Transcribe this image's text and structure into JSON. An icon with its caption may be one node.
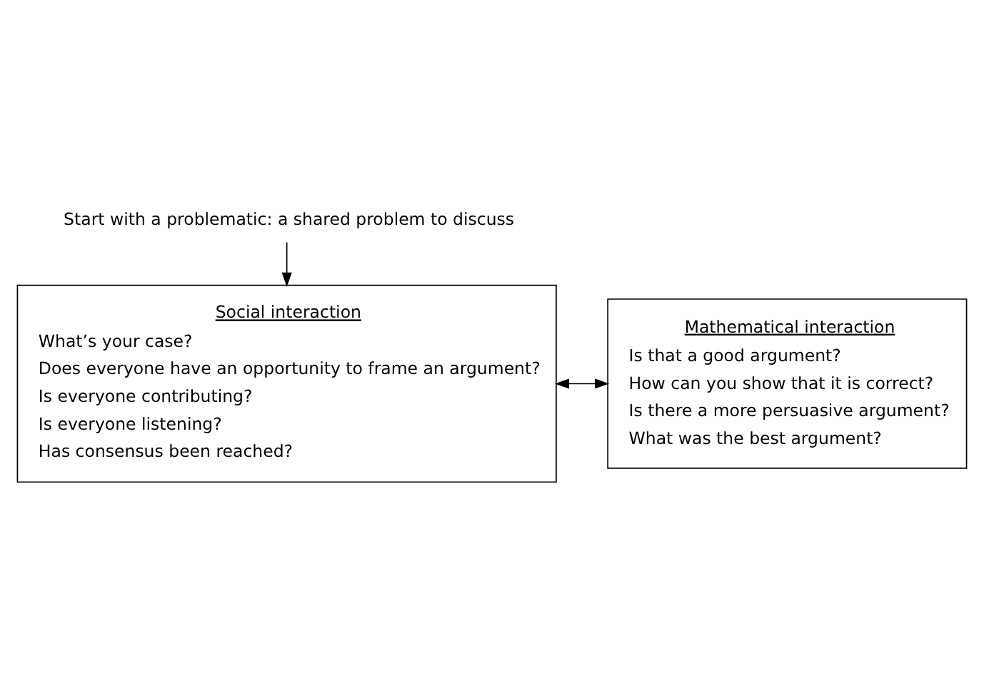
{
  "diagram": {
    "nodes": [
      {
        "text": [
          "Start with a problematic: a shared problem to discuss"
        ]
      },
      {
        "text": [
          "Social interaction",
          "What’s your case?",
          "Does everyone have an opportunity to frame an argument?",
          "Is everyone contributing?",
          "Is everyone listening?",
          "Has consensus been reached?"
        ]
      },
      {
        "text": [
          "Mathematical interaction",
          "Is that a good argument?",
          "How can you show that it is correct?",
          "Is there a more persuasive argument?",
          "What was the best argument?"
        ]
      }
    ],
    "edges": [
      {
        "from": 0,
        "to": 1,
        "arrow": "to"
      },
      {
        "from": 1,
        "to": 2,
        "arrow": "both"
      }
    ]
  }
}
